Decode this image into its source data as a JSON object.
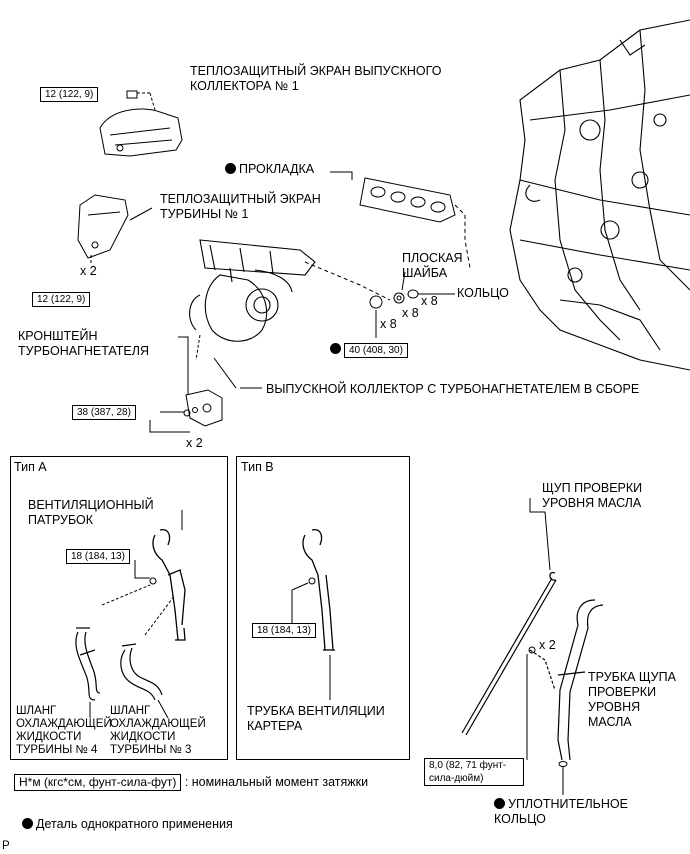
{
  "torque_labels": {
    "t1": "12 (122, 9)",
    "t2": "12 (122, 9)",
    "t3": "40 (408, 30)",
    "t4": "38 (387, 28)",
    "t5": "18 (184, 13)",
    "t6": "18 (184, 13)",
    "t7": "8,0 (82, 71 фунт-сила-дюйм)"
  },
  "parts": {
    "exhaust_shield_1": "ТЕПЛОЗАЩИТНЫЙ ЭКРАН ВЫПУСКНОГО КОЛЛЕКТОРА № 1",
    "gasket": "ПРОКЛАДКА",
    "turbo_shield_1": "ТЕПЛОЗАЩИТНЫЙ ЭКРАН ТУРБИНЫ № 1",
    "flat_washer": "ПЛОСКАЯ ШАЙБА",
    "ring": "КОЛЬЦО",
    "turbo_bracket": "КРОНШТЕЙН ТУРБОНАГНЕТАТЕЛЯ",
    "manifold_assembly": "ВЫПУСКНОЙ КОЛЛЕКТОР С ТУРБОНАГНЕТАТЕЛЕМ В СБОРЕ",
    "vent_pipe": "ВЕНТИЛЯЦИОННЫЙ ПАТРУБОК",
    "hose_4": "ШЛАНГ ОХЛАЖДАЮЩЕЙ ЖИДКОСТИ ТУРБИНЫ № 4",
    "hose_3": "ШЛАНГ ОХЛАЖДАЮЩЕЙ ЖИДКОСТИ ТУРБИНЫ № 3",
    "crankcase_tube": "ТРУБКА ВЕНТИЛЯЦИИ КАРТЕРА",
    "dipstick": "ЩУП ПРОВЕРКИ УРОВНЯ МАСЛА",
    "dipstick_tube": "ТРУБКА ЩУПА ПРОВЕРКИ УРОВНЯ МАСЛА",
    "o_ring": "УПЛОТНИТЕЛЬНОЕ КОЛЬЦО"
  },
  "quantities": {
    "q1": "x 2",
    "q2": "x 8",
    "q3": "x 8",
    "q4": "x 8",
    "q5": "x 2",
    "q6": "x 2"
  },
  "panels": {
    "type_a": "Тип А",
    "type_b": "Тип В"
  },
  "legend": {
    "torque_unit": "Н*м (кгс*см, фунт-сила-фут)",
    "torque_desc": ": номинальный момент затяжки",
    "single_use": "Деталь однократного применения"
  },
  "footer_code": "P"
}
